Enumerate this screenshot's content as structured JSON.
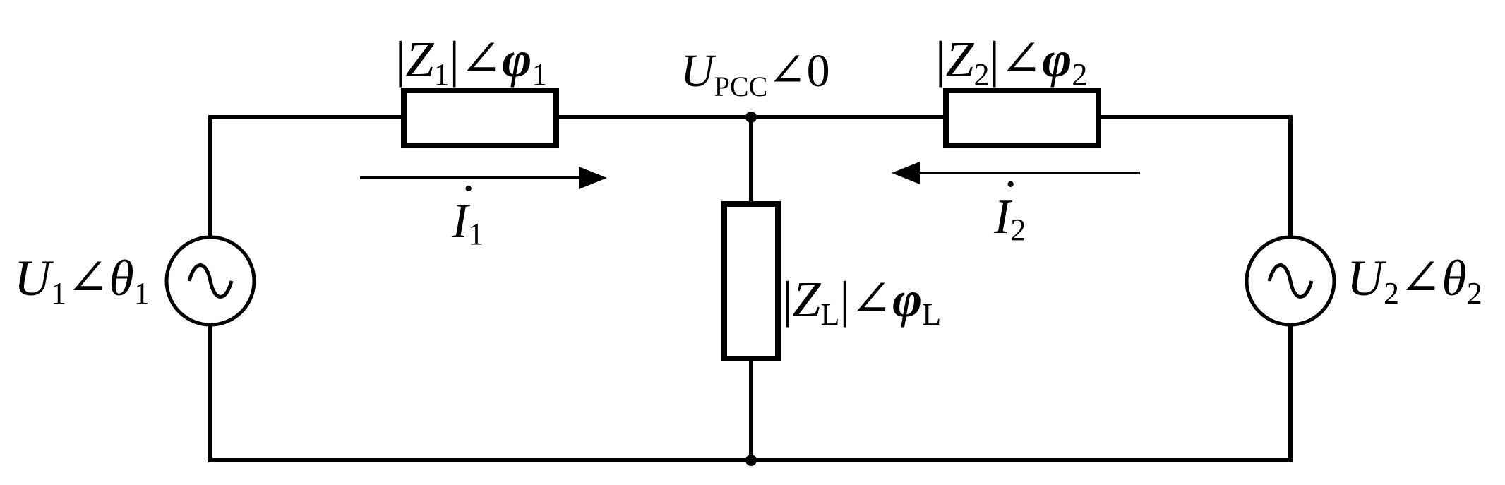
{
  "labels": {
    "z1": {
      "abs_open": "|",
      "symbol": "Z",
      "sub": "1",
      "abs_close": "|",
      "angle": "∠",
      "phase": "φ",
      "phase_sub": "1"
    },
    "z2": {
      "abs_open": "|",
      "symbol": "Z",
      "sub": "2",
      "abs_close": "|",
      "angle": "∠",
      "phase": "φ",
      "phase_sub": "2"
    },
    "zl": {
      "abs_open": "|",
      "symbol": "Z",
      "sub": "L",
      "abs_close": "|",
      "angle": "∠",
      "phase": "φ",
      "phase_sub": "L"
    },
    "upcc": {
      "symbol": "U",
      "sub": "PCC",
      "angle": "∠",
      "value": "0"
    },
    "u1": {
      "symbol": "U",
      "sub": "1",
      "angle": "∠",
      "phase": "θ",
      "phase_sub": "1"
    },
    "u2": {
      "symbol": "U",
      "sub": "2",
      "angle": "∠",
      "phase": "θ",
      "phase_sub": "2"
    },
    "i1": {
      "symbol": "I",
      "sub": "1",
      "dot": "·"
    },
    "i2": {
      "symbol": "I",
      "sub": "2",
      "dot": "·"
    }
  }
}
